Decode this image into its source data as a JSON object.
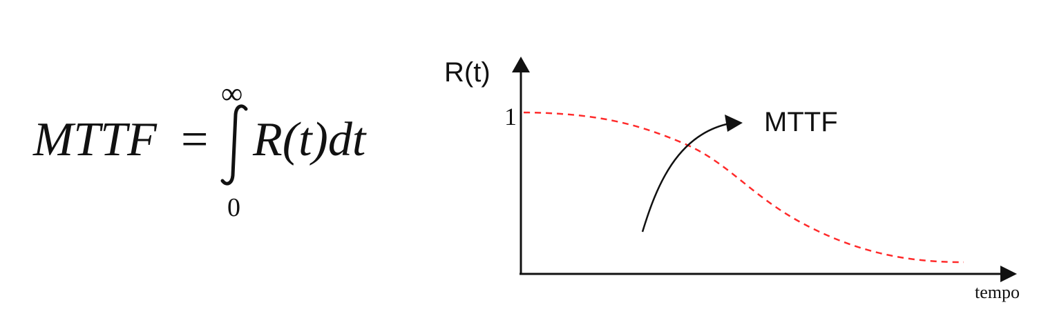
{
  "formula": {
    "lhs": "MTTF",
    "equals": "=",
    "upper_limit": "∞",
    "lower_limit": "0",
    "integrand": "R(t)dt"
  },
  "diagram": {
    "y_axis_label": "R(t)",
    "x_axis_label": "tempo",
    "y_tick_label": "1",
    "annotation": "MTTF",
    "curve_color": "#ff2a2a",
    "axis_color": "#111111"
  }
}
